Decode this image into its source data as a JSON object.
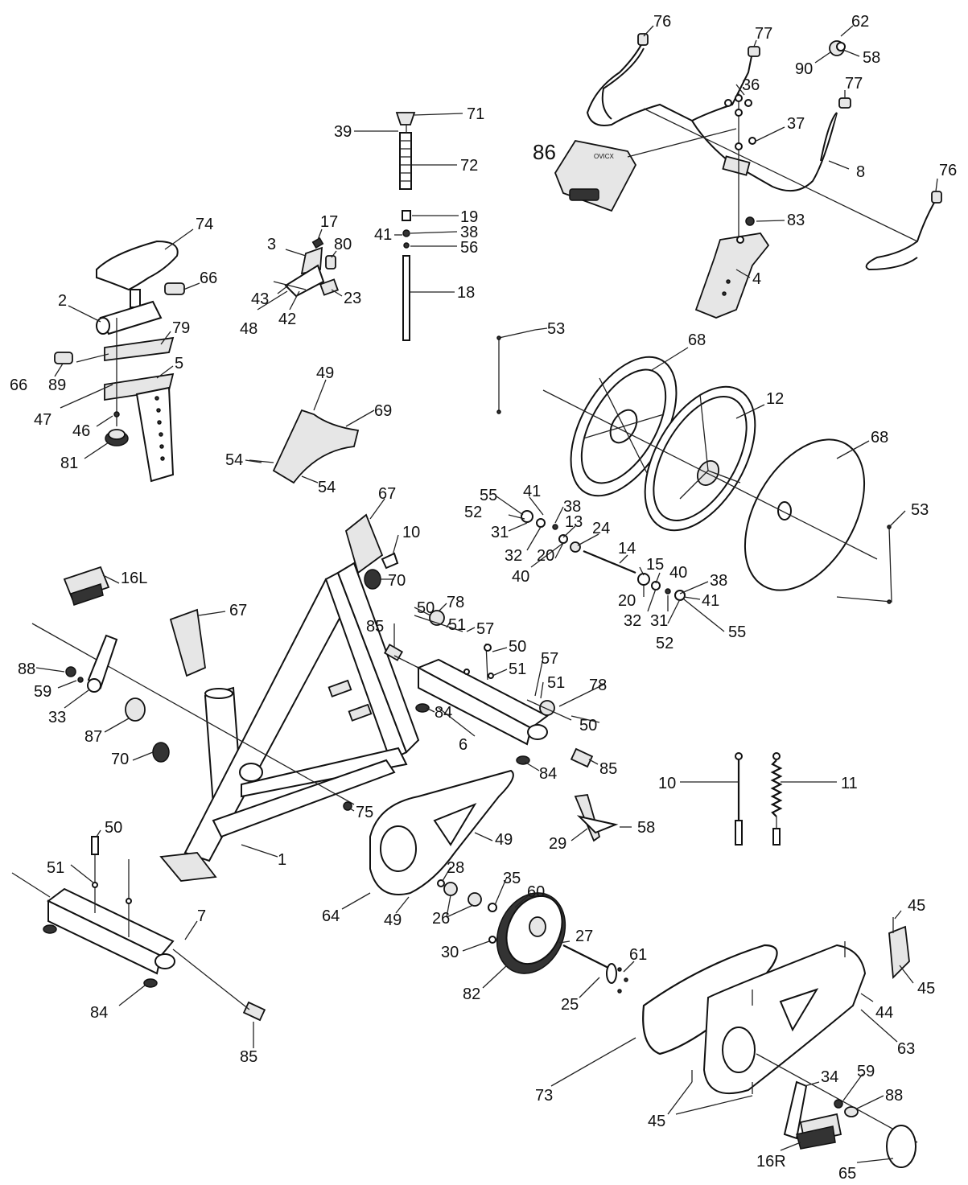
{
  "brand_plate_text": "OVICX",
  "labels": [
    {
      "id": "76a",
      "t": "76"
    },
    {
      "id": "77a",
      "t": "77"
    },
    {
      "id": "62",
      "t": "62"
    },
    {
      "id": "58a",
      "t": "58"
    },
    {
      "id": "90",
      "t": "90"
    },
    {
      "id": "36",
      "t": "36"
    },
    {
      "id": "77b",
      "t": "77"
    },
    {
      "id": "37",
      "t": "37"
    },
    {
      "id": "86",
      "t": "86"
    },
    {
      "id": "8",
      "t": "8"
    },
    {
      "id": "76b",
      "t": "76"
    },
    {
      "id": "83",
      "t": "83"
    },
    {
      "id": "4",
      "t": "4"
    },
    {
      "id": "71",
      "t": "71"
    },
    {
      "id": "39",
      "t": "39"
    },
    {
      "id": "72",
      "t": "72"
    },
    {
      "id": "19",
      "t": "19"
    },
    {
      "id": "41a",
      "t": "41"
    },
    {
      "id": "38a",
      "t": "38"
    },
    {
      "id": "56",
      "t": "56"
    },
    {
      "id": "18",
      "t": "18"
    },
    {
      "id": "74",
      "t": "74"
    },
    {
      "id": "17",
      "t": "17"
    },
    {
      "id": "3",
      "t": "3"
    },
    {
      "id": "80",
      "t": "80"
    },
    {
      "id": "66a",
      "t": "66"
    },
    {
      "id": "2",
      "t": "2"
    },
    {
      "id": "43",
      "t": "43"
    },
    {
      "id": "23",
      "t": "23"
    },
    {
      "id": "48",
      "t": "48"
    },
    {
      "id": "42",
      "t": "42"
    },
    {
      "id": "79",
      "t": "79"
    },
    {
      "id": "66b",
      "t": "66"
    },
    {
      "id": "89",
      "t": "89"
    },
    {
      "id": "5",
      "t": "5"
    },
    {
      "id": "47",
      "t": "47"
    },
    {
      "id": "46",
      "t": "46"
    },
    {
      "id": "81",
      "t": "81"
    },
    {
      "id": "53a",
      "t": "53"
    },
    {
      "id": "68a",
      "t": "68"
    },
    {
      "id": "12",
      "t": "12"
    },
    {
      "id": "68b",
      "t": "68"
    },
    {
      "id": "53b",
      "t": "53"
    },
    {
      "id": "49a",
      "t": "49"
    },
    {
      "id": "69",
      "t": "69"
    },
    {
      "id": "54a",
      "t": "54"
    },
    {
      "id": "54b",
      "t": "54"
    },
    {
      "id": "55a",
      "t": "55"
    },
    {
      "id": "41b",
      "t": "41"
    },
    {
      "id": "38b",
      "t": "38"
    },
    {
      "id": "52a",
      "t": "52"
    },
    {
      "id": "13",
      "t": "13"
    },
    {
      "id": "24",
      "t": "24"
    },
    {
      "id": "31a",
      "t": "31"
    },
    {
      "id": "32a",
      "t": "32"
    },
    {
      "id": "20a",
      "t": "20"
    },
    {
      "id": "40a",
      "t": "40"
    },
    {
      "id": "14",
      "t": "14"
    },
    {
      "id": "15",
      "t": "15"
    },
    {
      "id": "40b",
      "t": "40"
    },
    {
      "id": "38c",
      "t": "38"
    },
    {
      "id": "20b",
      "t": "20"
    },
    {
      "id": "41c",
      "t": "41"
    },
    {
      "id": "32b",
      "t": "32"
    },
    {
      "id": "31b",
      "t": "31"
    },
    {
      "id": "52b",
      "t": "52"
    },
    {
      "id": "55b",
      "t": "55"
    },
    {
      "id": "67a",
      "t": "67"
    },
    {
      "id": "10a",
      "t": "10"
    },
    {
      "id": "16L",
      "t": "16L"
    },
    {
      "id": "70a",
      "t": "70"
    },
    {
      "id": "67b",
      "t": "67"
    },
    {
      "id": "50a",
      "t": "50"
    },
    {
      "id": "78a",
      "t": "78"
    },
    {
      "id": "51a",
      "t": "51"
    },
    {
      "id": "57a",
      "t": "57"
    },
    {
      "id": "85a",
      "t": "85"
    },
    {
      "id": "50b",
      "t": "50"
    },
    {
      "id": "51b",
      "t": "51"
    },
    {
      "id": "57b",
      "t": "57"
    },
    {
      "id": "51c",
      "t": "51"
    },
    {
      "id": "78b",
      "t": "78"
    },
    {
      "id": "88a",
      "t": "88"
    },
    {
      "id": "59a",
      "t": "59"
    },
    {
      "id": "33",
      "t": "33"
    },
    {
      "id": "84a",
      "t": "84"
    },
    {
      "id": "50c",
      "t": "50"
    },
    {
      "id": "87",
      "t": "87"
    },
    {
      "id": "6",
      "t": "6"
    },
    {
      "id": "84b",
      "t": "84"
    },
    {
      "id": "85b",
      "t": "85"
    },
    {
      "id": "70b",
      "t": "70"
    },
    {
      "id": "10b",
      "t": "10"
    },
    {
      "id": "11",
      "t": "11"
    },
    {
      "id": "75",
      "t": "75"
    },
    {
      "id": "58b",
      "t": "58"
    },
    {
      "id": "29",
      "t": "29"
    },
    {
      "id": "50d",
      "t": "50"
    },
    {
      "id": "49b",
      "t": "49"
    },
    {
      "id": "51d",
      "t": "51"
    },
    {
      "id": "1",
      "t": "1"
    },
    {
      "id": "28",
      "t": "28"
    },
    {
      "id": "35",
      "t": "35"
    },
    {
      "id": "60",
      "t": "60"
    },
    {
      "id": "64",
      "t": "64"
    },
    {
      "id": "49c",
      "t": "49"
    },
    {
      "id": "26",
      "t": "26"
    },
    {
      "id": "27",
      "t": "27"
    },
    {
      "id": "7",
      "t": "7"
    },
    {
      "id": "30",
      "t": "30"
    },
    {
      "id": "61",
      "t": "61"
    },
    {
      "id": "45a",
      "t": "45"
    },
    {
      "id": "45b",
      "t": "45"
    },
    {
      "id": "82",
      "t": "82"
    },
    {
      "id": "25",
      "t": "25"
    },
    {
      "id": "44",
      "t": "44"
    },
    {
      "id": "84c",
      "t": "84"
    },
    {
      "id": "63",
      "t": "63"
    },
    {
      "id": "85c",
      "t": "85"
    },
    {
      "id": "34",
      "t": "34"
    },
    {
      "id": "59b",
      "t": "59"
    },
    {
      "id": "73",
      "t": "73"
    },
    {
      "id": "88b",
      "t": "88"
    },
    {
      "id": "45c",
      "t": "45"
    },
    {
      "id": "16R",
      "t": "16R"
    },
    {
      "id": "65",
      "t": "65"
    }
  ]
}
